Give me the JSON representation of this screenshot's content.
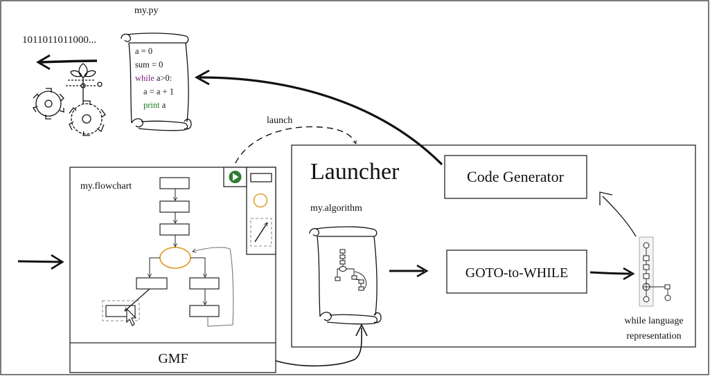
{
  "script_file": {
    "title": "my.py",
    "lines": [
      {
        "indent": 0,
        "parts": [
          {
            "text": "a = 0",
            "color": "#111111"
          }
        ]
      },
      {
        "indent": 0,
        "parts": [
          {
            "text": "sum = 0",
            "color": "#111111"
          }
        ]
      },
      {
        "indent": 0,
        "parts": [
          {
            "text": "while",
            "color": "#7a1f7a"
          },
          {
            "text": " a>0:",
            "color": "#111111"
          }
        ]
      },
      {
        "indent": 1,
        "parts": [
          {
            "text": "a = a + 1",
            "color": "#111111"
          }
        ]
      },
      {
        "indent": 1,
        "parts": [
          {
            "text": "print",
            "color": "#1e7a1e"
          },
          {
            "text": " a",
            "color": "#111111"
          }
        ]
      }
    ]
  },
  "binary_output": "1011011011000...",
  "launch_label": "launch",
  "editor": {
    "file_label": "my.flowchart",
    "footer_label": "GMF",
    "accent_color": "#e0a030",
    "run_button_color": "#2e7d32",
    "palette_tools": [
      "rectangle-tool",
      "ellipse-tool",
      "connector-tool"
    ]
  },
  "launcher": {
    "title": "Launcher",
    "algorithm_label": "my.algorithm",
    "code_generator_label": "Code Generator",
    "goto_while_label": "GOTO-to-WHILE",
    "while_caption": [
      "while language",
      "representation"
    ]
  }
}
